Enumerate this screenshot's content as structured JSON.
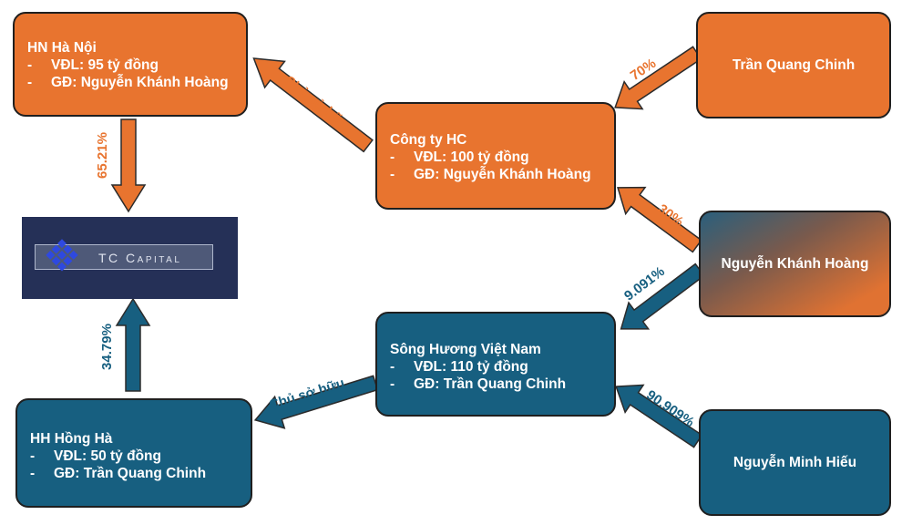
{
  "companies": {
    "hn_ha_noi": {
      "name": "HN Hà Nội",
      "capital": "VĐL: 95 tỷ đồng",
      "director": "GĐ: Nguyễn Khánh Hoàng"
    },
    "cong_ty_hc": {
      "name": "Công ty HC",
      "capital": "VĐL: 100 tỷ đồng",
      "director": "GĐ: Nguyễn Khánh Hoàng"
    },
    "song_huong": {
      "name": "Sông Hương Việt Nam",
      "capital": "VĐL: 110 tỷ đồng",
      "director": "GĐ: Trần Quang Chinh"
    },
    "hh_hong_ha": {
      "name": "HH Hồng Hà",
      "capital": "VĐL: 50 tỷ đồng",
      "director": "GĐ: Trần Quang Chinh"
    }
  },
  "people": {
    "tran_quang_chinh": "Trần Quang Chinh",
    "nguyen_khanh_hoang": "Nguyễn Khánh Hoàng",
    "nguyen_minh_hieu": "Nguyễn Minh Hiếu"
  },
  "logo": {
    "text": "TC Capital"
  },
  "dash": "-",
  "edges": {
    "hc_to_hn": "Chủ sở hữu",
    "chinh_to_hc": "70%",
    "hoang_to_hc": "30%",
    "hoang_to_sh": "9.091%",
    "hieu_to_sh": "90.909%",
    "sh_to_hh": "Chủ sở hữu",
    "hn_to_tc": "65.21%",
    "hh_to_tc": "34.79%"
  },
  "colors": {
    "orange": "#e8742f",
    "blue": "#175f80",
    "logo_bg": "#253057"
  }
}
